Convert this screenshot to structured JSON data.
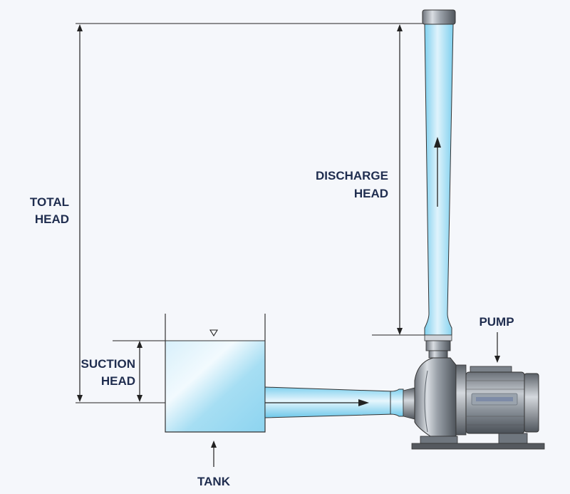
{
  "labels": {
    "total_head": [
      "TOTAL",
      "HEAD"
    ],
    "discharge_head": [
      "DISCHARGE",
      "HEAD"
    ],
    "suction_head": [
      "SUCTION",
      "HEAD"
    ],
    "pump": "PUMP",
    "tank": "TANK"
  },
  "icons": {
    "water_level": "inverted-triangle-icon",
    "flow_arrow": "flow-arrow-icon"
  },
  "colors": {
    "label_text": "#1f2d4f",
    "water_light": "#eaf6fd",
    "water_mid": "#9fdcf2",
    "water_dark": "#5cc1e6",
    "pipe_outline": "#333333",
    "pump_metal": "#b8bec6",
    "background": "#f5f7fb"
  }
}
